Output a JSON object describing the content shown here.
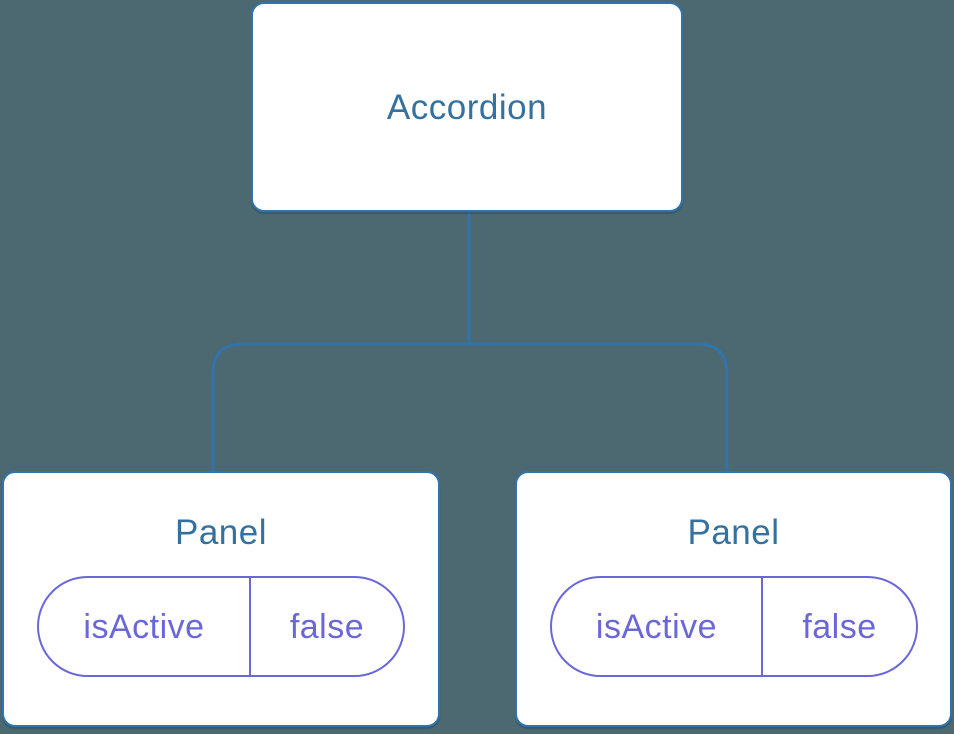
{
  "diagram": {
    "background_color": "#4C6971",
    "line_color": "#3273A8",
    "card_background": "#FFFFFF",
    "label_color": "#35719E",
    "state_color": "#6A67D9",
    "root": {
      "label": "Accordion"
    },
    "children": [
      {
        "label": "Panel",
        "state": {
          "key": "isActive",
          "value": "false"
        }
      },
      {
        "label": "Panel",
        "state": {
          "key": "isActive",
          "value": "false"
        }
      }
    ]
  }
}
